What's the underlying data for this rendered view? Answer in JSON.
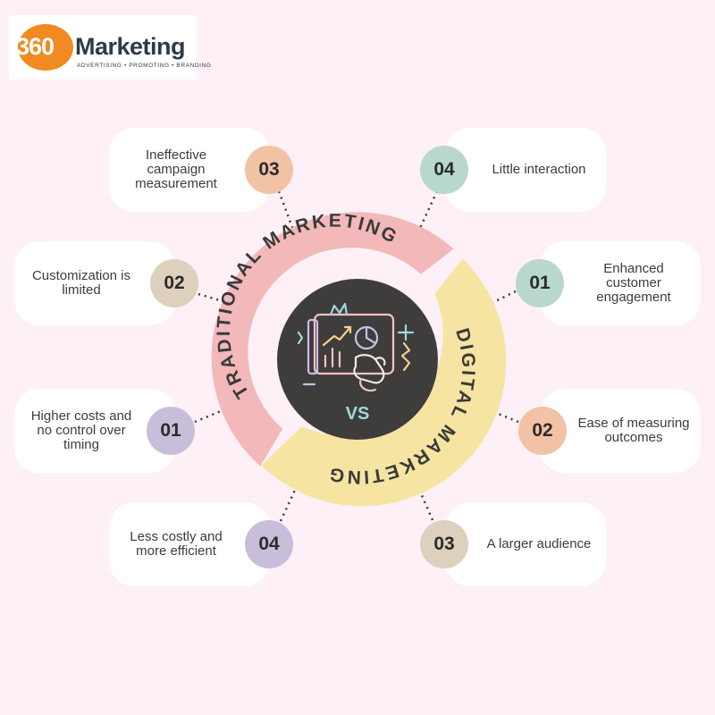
{
  "logo": {
    "number": "360",
    "word": "Marketing",
    "tagline": "ADVERTISING • PROMOTING • BRANDING",
    "accent": "#f18a21"
  },
  "traditional": {
    "title": "TRADITIONAL MARKETING",
    "color": "#f2b8ba",
    "items": [
      {
        "num": "03",
        "text": "Ineffective campaign measurement",
        "color": "#f2c2a4"
      },
      {
        "num": "02",
        "text": "Customization is limited",
        "color": "#ddd0bc"
      },
      {
        "num": "01",
        "text": "Higher costs and no control over timing",
        "color": "#c8bedb"
      },
      {
        "num": "04",
        "text": "Less costly and more efficient",
        "color": "#c8bedb"
      }
    ]
  },
  "digital": {
    "title": "DIGITAL MARKETING",
    "color": "#f6e4a2",
    "items": [
      {
        "num": "04",
        "text": "Little interaction",
        "color": "#b9d8cc"
      },
      {
        "num": "01",
        "text": "Enhanced customer engagement",
        "color": "#b9d8cc"
      },
      {
        "num": "02",
        "text": "Ease of measuring outcomes",
        "color": "#f2c2a4"
      },
      {
        "num": "03",
        "text": "A larger audience",
        "color": "#ddd0bc"
      }
    ]
  },
  "center": {
    "label": "VS",
    "icon": "analytics-touch-icon",
    "color": "#3f3c3c"
  }
}
